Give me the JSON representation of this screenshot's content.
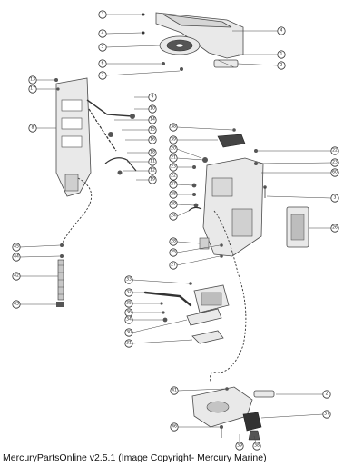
{
  "caption": "MercuryPartsOnline v2.5.1 (Image Copyright- Mercury Marine)",
  "callouts": {
    "c3a": "3",
    "c4a": "4",
    "c5a": "5",
    "c6a": "6",
    "c7a": "7",
    "c4b": "4",
    "c1a": "1",
    "c2a": "2",
    "c13": "13",
    "c17": "17",
    "c8a": "8",
    "c9": "9",
    "c10": "10",
    "c14": "14",
    "c15": "15",
    "c16": "16",
    "c18": "18",
    "c11": "11",
    "c12": "12",
    "c19": "19",
    "c38": "38",
    "c39": "39",
    "c20": "20",
    "c21": "21",
    "c22a": "22",
    "c23a": "23",
    "c22b": "22",
    "c23b": "23",
    "c60": "60",
    "c27a": "27",
    "c28a": "28",
    "c29": "29",
    "c24": "24",
    "c3b": "3",
    "c26": "26",
    "c28b": "28",
    "c25": "25",
    "c27b": "27",
    "c45": "45",
    "c44": "44",
    "c42": "42",
    "c43": "43",
    "c33": "33",
    "c32": "32",
    "c35": "35",
    "c36": "36",
    "c34": "34",
    "c30": "30",
    "c31": "31",
    "c41": "41",
    "c2b": "2",
    "c37": "37",
    "c46": "46",
    "c39b": "39",
    "c38b": "38"
  }
}
